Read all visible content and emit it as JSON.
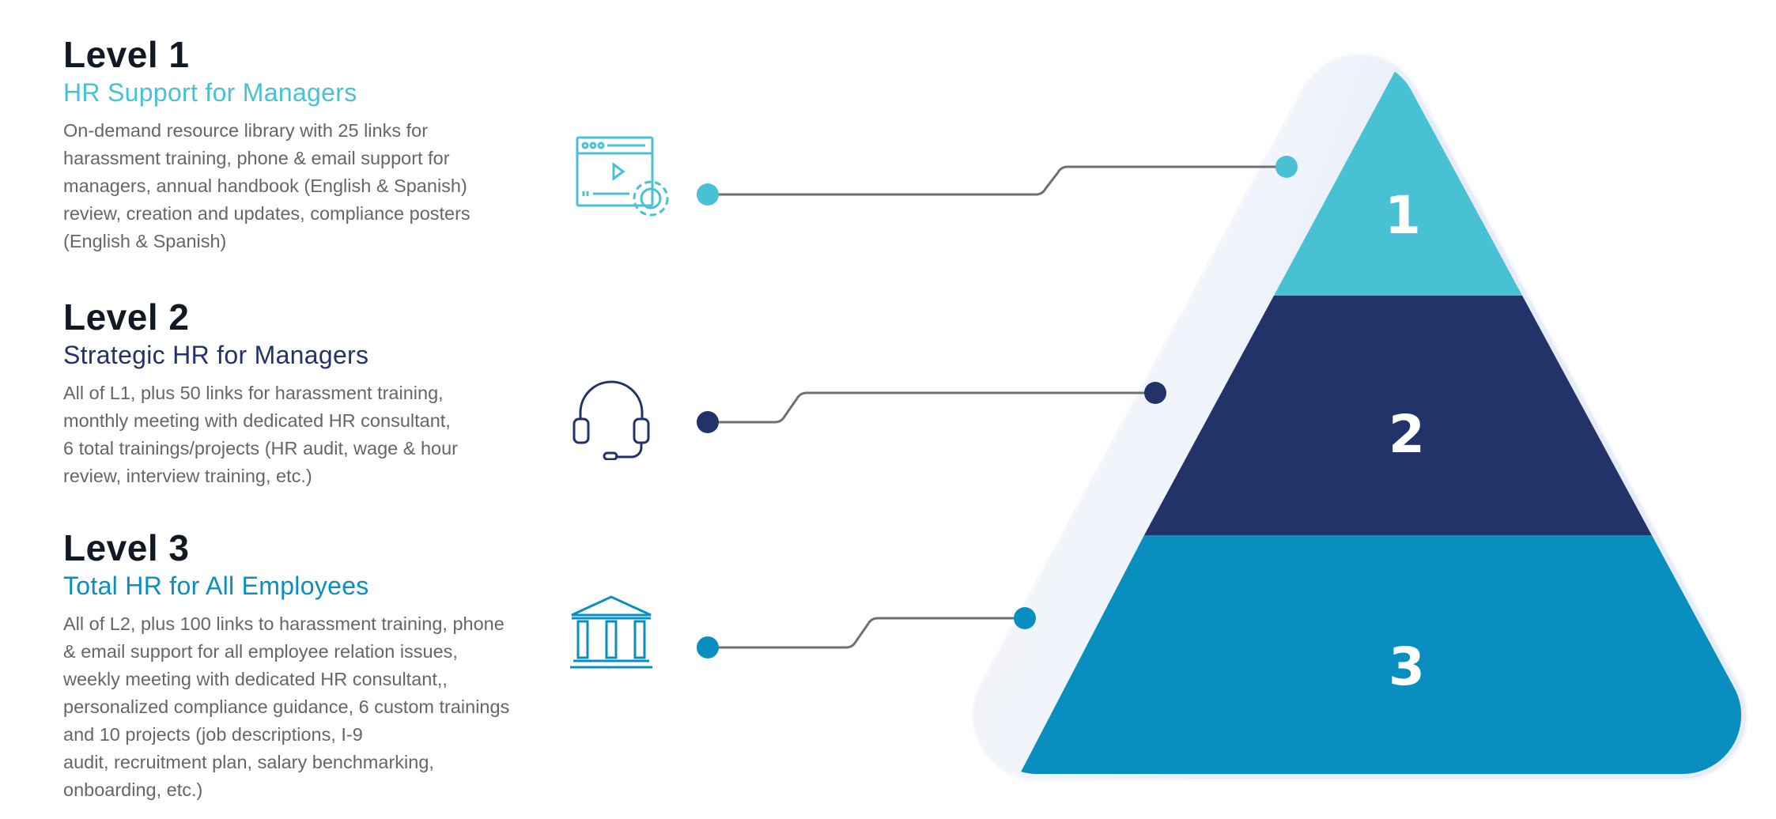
{
  "levels": [
    {
      "heading": "Level 1",
      "subtitle": "HR Support for Managers",
      "color": "#47c1d3",
      "icon": "video-settings-icon",
      "number": "1",
      "lines": [
        "On-demand resource library with 25 links for",
        "harassment training, phone & email support for",
        "managers, annual handbook (English & Spanish)",
        "review, creation and updates, compliance posters",
        "(English & Spanish)"
      ]
    },
    {
      "heading": "Level 2",
      "subtitle": "Strategic HR for Managers",
      "color": "#22336a",
      "icon": "headset-icon",
      "number": "2",
      "lines": [
        "All of L1, plus 50 links for harassment training,",
        "monthly meeting with dedicated HR consultant,",
        "6 total trainings/projects (HR audit, wage & hour",
        "review, interview training, etc.)"
      ]
    },
    {
      "heading": "Level 3",
      "subtitle": "Total HR for All Employees",
      "color": "#088fbf",
      "icon": "institution-building-icon",
      "number": "3",
      "lines": [
        "All of L2, plus 100 links to harassment training, phone",
        "& email support for all employee relation issues,",
        "weekly meeting with dedicated HR consultant,,",
        "personalized compliance guidance, 6 custom trainings",
        "and 10 projects (job descriptions, I-9",
        "audit, recruitment plan, salary benchmarking,",
        "onboarding, etc.)"
      ]
    }
  ]
}
